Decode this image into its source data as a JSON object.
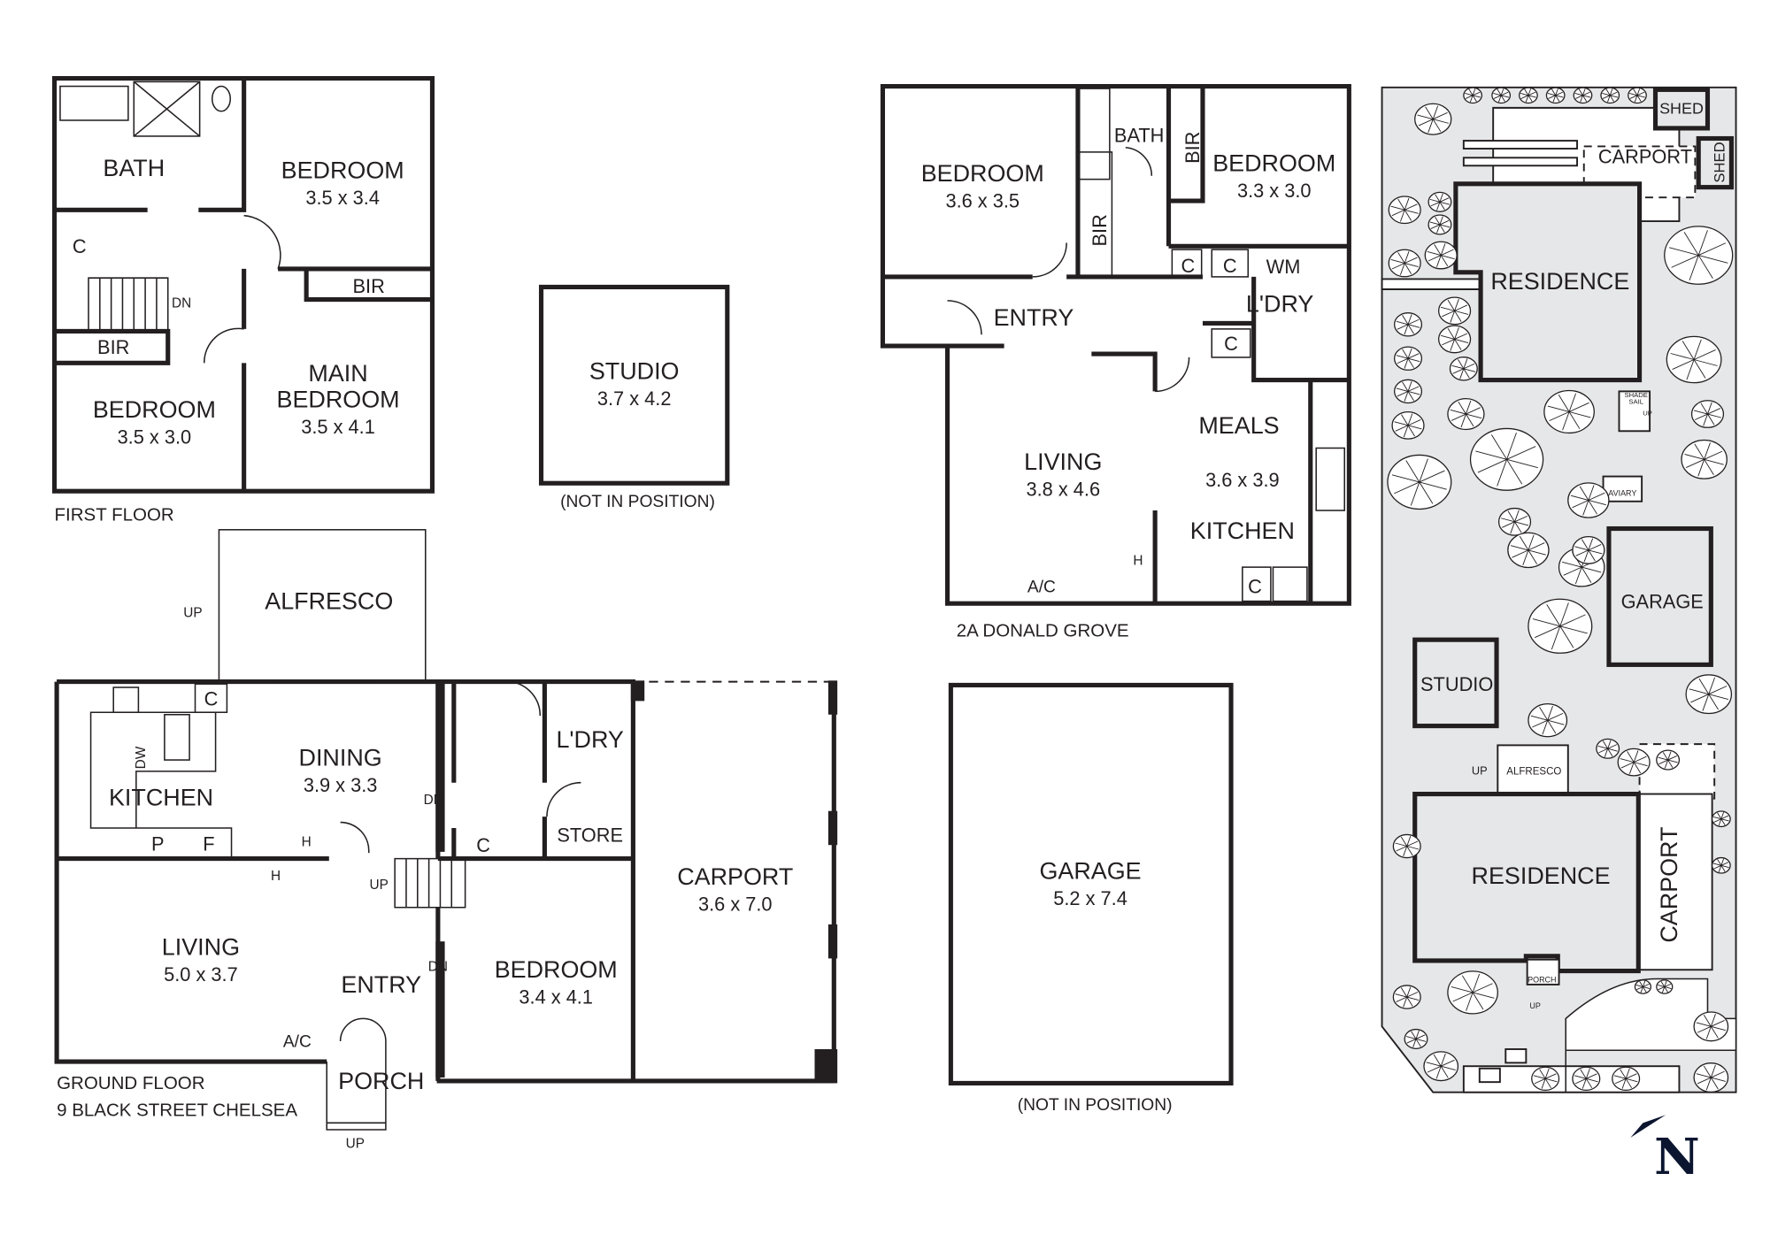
{
  "first_floor": {
    "caption": "FIRST FLOOR",
    "rooms": {
      "bath": "BATH",
      "bedroom1": {
        "name": "BEDROOM",
        "size": "3.5 x 3.4"
      },
      "bir1": "BIR",
      "c": "C",
      "dn": "DN",
      "bir2": "BIR",
      "main_bedroom": {
        "name1": "MAIN",
        "name2": "BEDROOM",
        "size": "3.5 x 4.1"
      },
      "bedroom2": {
        "name": "BEDROOM",
        "size": "3.5 x 3.0"
      }
    }
  },
  "studio": {
    "name": "STUDIO",
    "size": "3.7 x 4.2",
    "note": "(NOT IN POSITION)"
  },
  "ground_floor": {
    "caption1": "GROUND FLOOR",
    "caption2": "9 BLACK STREET CHELSEA",
    "rooms": {
      "alfresco": "ALFRESCO",
      "up_alfresco": "UP",
      "c1": "C",
      "dw": "DW",
      "kitchen": "KITCHEN",
      "p": "P",
      "f": "F",
      "dining": {
        "name": "DINING",
        "size": "3.9 x 3.3"
      },
      "h1": "H",
      "h2": "H",
      "dn1": "DN",
      "ldry": "L'DRY",
      "store": "STORE",
      "c2": "C",
      "up_stairs": "UP",
      "living": {
        "name": "LIVING",
        "size": "5.0 x 3.7"
      },
      "entry": "ENTRY",
      "dn2": "DN",
      "bedroom": {
        "name": "BEDROOM",
        "size": "3.4 x 4.1"
      },
      "ac": "A/C",
      "porch": "PORCH",
      "up_porch": "UP",
      "carport": {
        "name": "CARPORT",
        "size": "3.6 x 7.0"
      }
    }
  },
  "donald_grove": {
    "caption": "2A DONALD GROVE",
    "rooms": {
      "bedroom1": {
        "name": "BEDROOM",
        "size": "3.6 x 3.5"
      },
      "bath": "BATH",
      "bir1": "BIR",
      "bir2": "BIR",
      "bedroom2": {
        "name": "BEDROOM",
        "size": "3.3 x 3.0"
      },
      "c1": "C",
      "c2": "C",
      "wm": "WM",
      "ldry": "L'DRY",
      "c3": "C",
      "entry": "ENTRY",
      "living": {
        "name": "LIVING",
        "size": "3.8 x 4.6"
      },
      "meals": "MEALS",
      "meals_size": "3.6 x 3.9",
      "kitchen": "KITCHEN",
      "h": "H",
      "ac": "A/C",
      "c4": "C"
    }
  },
  "garage": {
    "name": "GARAGE",
    "size": "5.2 x 7.4",
    "note": "(NOT IN POSITION)"
  },
  "site_plan": {
    "shed1": "SHED",
    "shed2": "SHED",
    "carport1": "CARPORT",
    "residence1": "RESIDENCE",
    "shade_sail1": "SHADE",
    "shade_sail2": "SAIL",
    "up1": "UP",
    "aviary": "AVIARY",
    "garage": "GARAGE",
    "studio": "STUDIO",
    "alfresco": "ALFRESCO",
    "up2": "UP",
    "residence2": "RESIDENCE",
    "carport2": "CARPORT",
    "porch": "PORCH",
    "up3": "UP",
    "north": "N",
    "colors": {
      "site_fill": "#e6e7e8",
      "line": "#231f20",
      "north_arrow": "#0b1530"
    }
  }
}
